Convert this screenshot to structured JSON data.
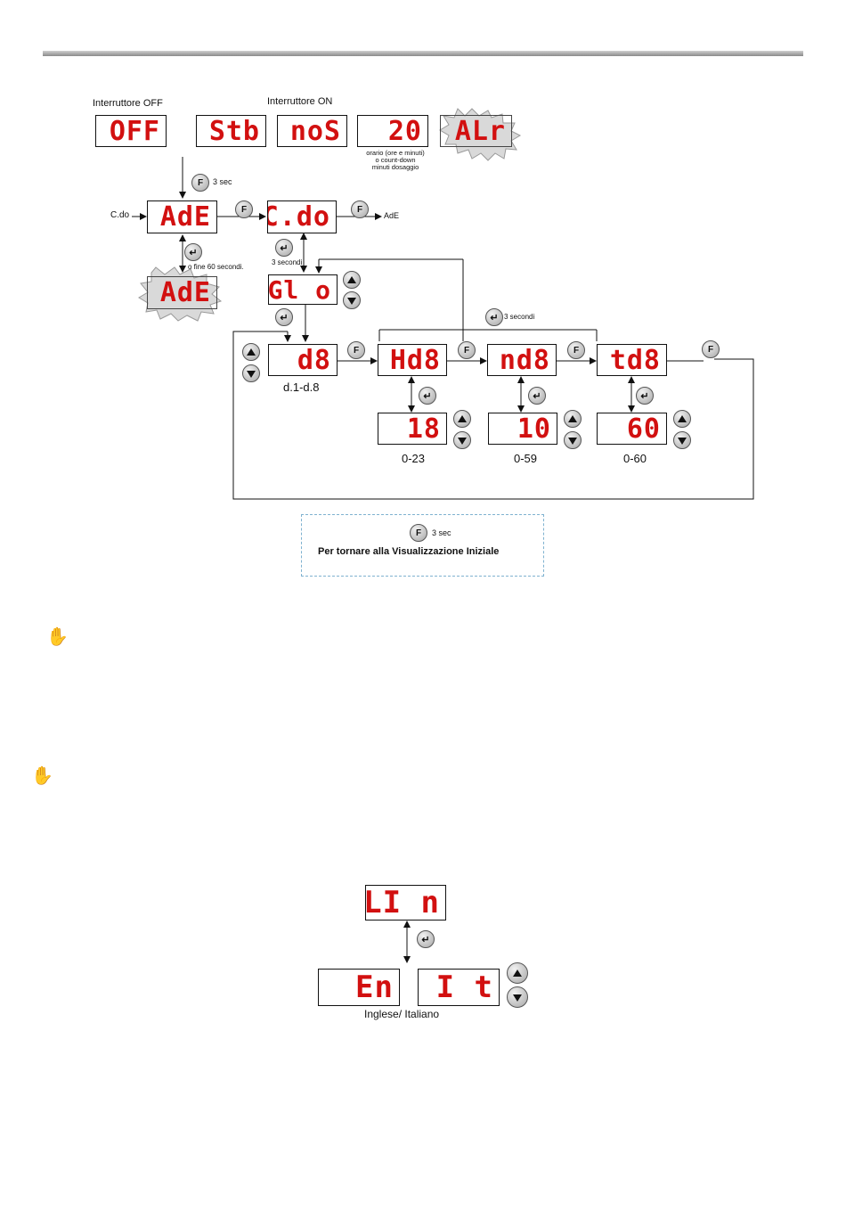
{
  "header": {
    "interruttore_off": "Interruttore OFF",
    "interruttore_on": "Interruttore ON"
  },
  "displays": {
    "off": "OFF",
    "stb": "Stb",
    "nos": "noS",
    "val20": "20",
    "alr": "ALr",
    "ade": "AdE",
    "cdo": "C.do",
    "ade_blink": "AdE",
    "gio": "Gl o",
    "d8": "d8",
    "hd8": "Hd8",
    "nd8": "nd8",
    "td8": "td8",
    "hours": "18",
    "minutes": "10",
    "duration": "60",
    "lin": "LI n",
    "en": "En",
    "it": "I t"
  },
  "notes": {
    "orario_line1": "orario (ore e minuti)",
    "orario_line2": "o count-down",
    "orario_line3": "minuti dosaggio",
    "f_3sec": "3 sec",
    "cdo_in": "C.do",
    "ade_out": "AdE",
    "tre_secondi_1": "3 secondi",
    "fine_60": "o fine 60 secondi.",
    "tre_secondi_2": "3 secondi",
    "range_d": "d.1-d.8",
    "range_h": "0-23",
    "range_m": "0-59",
    "range_t": "0-60",
    "footer_3sec": "3 sec",
    "footer_text": "Per tornare alla Visualizzazione Iniziale",
    "lang_label": "Inglese/ Italiano"
  },
  "buttons": {
    "f_label": "F"
  },
  "colors": {
    "segment_red": "#d21010",
    "dashed_box": "#7fb2d0"
  }
}
